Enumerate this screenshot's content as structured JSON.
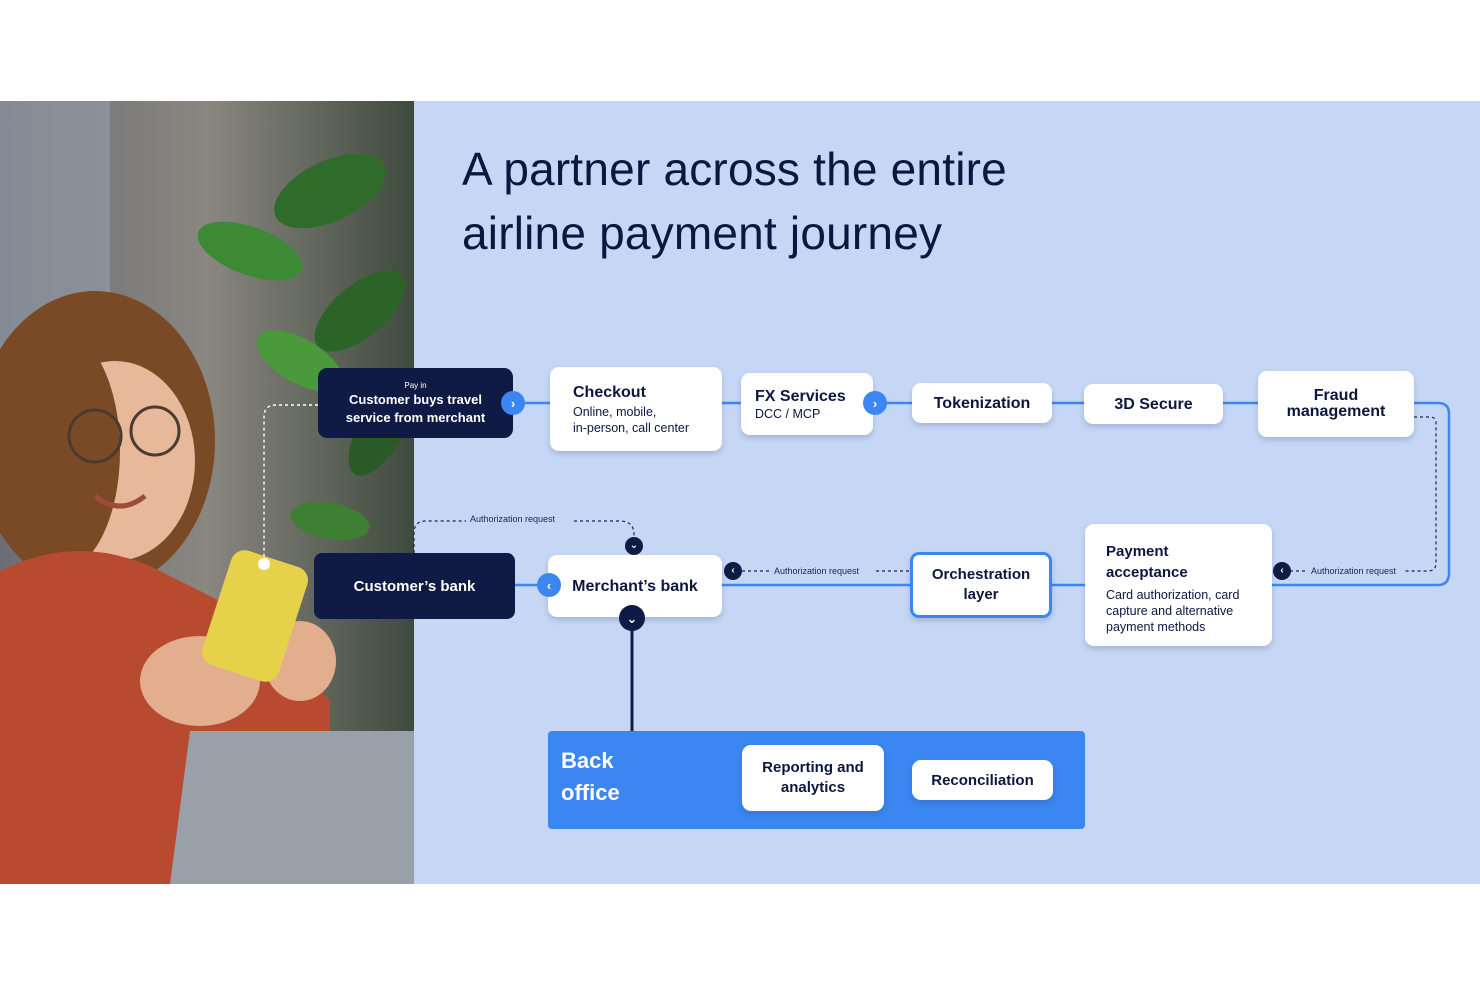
{
  "title": {
    "line1": "A partner across the entire",
    "line2": "airline payment journey"
  },
  "nodes": {
    "customer": {
      "pre": "Pay in",
      "line1": "Customer buys travel",
      "line2": "service from merchant"
    },
    "checkout": {
      "title": "Checkout",
      "sub1": "Online, mobile,",
      "sub2": "in-person, call center"
    },
    "fx": {
      "title": "FX Services",
      "sub": "DCC / MCP"
    },
    "tokenization": {
      "title": "Tokenization"
    },
    "secure3d": {
      "title": "3D Secure"
    },
    "fraud": {
      "line1": "Fraud",
      "line2": "management"
    },
    "payment_acceptance": {
      "line1": "Payment",
      "line2": "acceptance",
      "sub1": "Card authorization, card",
      "sub2": "capture and alternative",
      "sub3": "payment methods"
    },
    "orchestration": {
      "line1": "Orchestration",
      "line2": "layer"
    },
    "merchants_bank": {
      "title": "Merchant’s bank"
    },
    "customers_bank": {
      "title": "Customer’s bank"
    },
    "back_office": {
      "line1": "Back",
      "line2": "office"
    },
    "reporting": {
      "line1": "Reporting and",
      "line2": "analytics"
    },
    "reconciliation": {
      "title": "Reconciliation"
    }
  },
  "edge_labels": {
    "auth_top": "Authorization   request",
    "auth_mid": "Authorization   request",
    "auth_right": "Authorization   request"
  },
  "icons": {
    "forward": "chevron-right-icon",
    "back": "chevron-left-icon",
    "down": "chevron-down-icon"
  },
  "colors": {
    "background": "#c6d7f5",
    "navy": "#0f1b45",
    "accent_blue": "#3b86f0",
    "card": "#ffffff"
  }
}
